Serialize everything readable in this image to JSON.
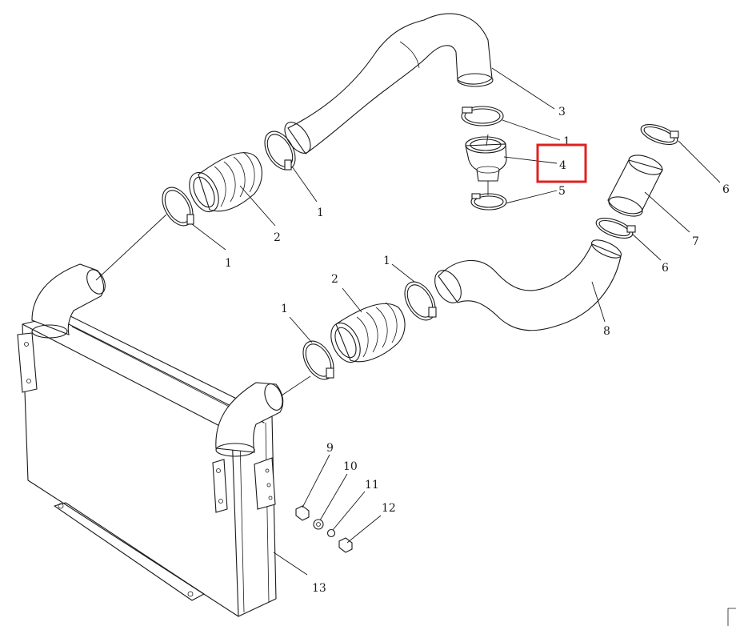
{
  "callouts": {
    "c3": "3",
    "c1_top": "1",
    "c4": "4",
    "c5": "5",
    "c6_top": "6",
    "c7": "7",
    "c6_mid": "6",
    "c8": "8",
    "c1_upper_right": "1",
    "c2_upper": "2",
    "c1_upper_left": "1",
    "c1_lower_right": "1",
    "c2_lower": "2",
    "c1_lower_left": "1",
    "c9": "9",
    "c10": "10",
    "c11": "11",
    "c12": "12",
    "c13": "13"
  },
  "highlight": {
    "target": "4",
    "color": "#e02020"
  }
}
